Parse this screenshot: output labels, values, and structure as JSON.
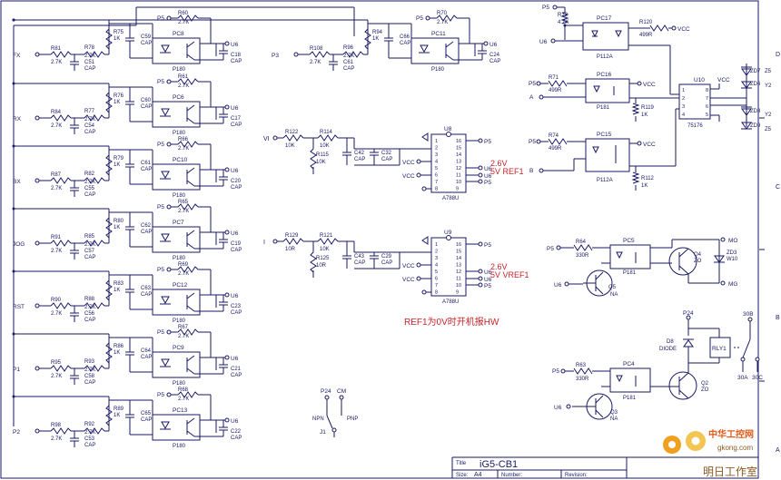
{
  "title_block": {
    "title_label": "Title",
    "title": "iG5-CB1",
    "size_label": "Size:",
    "size": "A4",
    "number_label": "Number:",
    "revision_label": "Revision:"
  },
  "border": {
    "right_marks": [
      "D",
      "C",
      "B",
      "A"
    ]
  },
  "notes": {
    "ref_note": "REF1为0V时开机报HW"
  },
  "watermark": {
    "site_name": "中华工控网",
    "site_url": "gkong.com",
    "studio": "明日工作室"
  },
  "opto_channels": [
    {
      "input": "FX",
      "rin": "R81",
      "rin_val": "2.7K",
      "rser": "R78",
      "rser_val": "2.7K",
      "cin": "C51",
      "cin_val": "CAP",
      "rpu": "R75",
      "rpu_val": "1K",
      "cf": "C59",
      "cf_val": "CAP",
      "rp": "R60",
      "rp_val": "2.7K",
      "opto": "PC8",
      "opto_type": "P180",
      "cout": "C18",
      "cout_val": "CAP",
      "rail": "P5",
      "ret": "U6"
    },
    {
      "input": "RX",
      "rin": "R84",
      "rin_val": "2.7K",
      "rser": "R77",
      "rser_val": "2.7K",
      "cin": "C54",
      "cin_val": "CAP",
      "rpu": "R76",
      "rpu_val": "1K",
      "cf": "C60",
      "cf_val": "CAP",
      "rp": "R61",
      "rp_val": "2.7K",
      "opto": "PC6",
      "opto_type": "P180",
      "cout": "C17",
      "cout_val": "CAP",
      "rail": "P5",
      "ret": "U6"
    },
    {
      "input": "BX",
      "rin": "R87",
      "rin_val": "2.7K",
      "rser": "R82",
      "rser_val": "2.7K",
      "cin": "C55",
      "cin_val": "CAP",
      "rpu": "R79",
      "rpu_val": "1K",
      "cf": "C61",
      "cf_val": "CAP",
      "rp": "R66",
      "rp_val": "2.7K",
      "opto": "PC10",
      "opto_type": "P180",
      "cout": "C20",
      "cout_val": "CAP",
      "rail": "P5",
      "ret": "U6"
    },
    {
      "input": "JOG",
      "rin": "R91",
      "rin_val": "2.7K",
      "rser": "R85",
      "rser_val": "2.7K",
      "cin": "C57",
      "cin_val": "CAP",
      "rpu": "R80",
      "rpu_val": "1K",
      "cf": "C62",
      "cf_val": "CAP",
      "rp": "R65",
      "rp_val": "2.7K",
      "opto": "PC7",
      "opto_type": "P180",
      "cout": "C19",
      "cout_val": "CAP",
      "rail": "P5",
      "ret": "U6"
    },
    {
      "input": "RST",
      "rin": "R90",
      "rin_val": "2.7K",
      "rser": "R88",
      "rser_val": "2.7K",
      "cin": "C56",
      "cin_val": "CAP",
      "rpu": "R83",
      "rpu_val": "1K",
      "cf": "C63",
      "cf_val": "CAP",
      "rp": "R69",
      "rp_val": "2.7K",
      "opto": "PC12",
      "opto_type": "P180",
      "cout": "C23",
      "cout_val": "CAP",
      "rail": "P5",
      "ret": "U6"
    },
    {
      "input": "P1",
      "rin": "R95",
      "rin_val": "2.7K",
      "rser": "R93",
      "rser_val": "2.7K",
      "cin": "C58",
      "cin_val": "CAP",
      "rpu": "R86",
      "rpu_val": "1K",
      "cf": "C64",
      "cf_val": "CAP",
      "rp": "R67",
      "rp_val": "2.7K",
      "opto": "PC9",
      "opto_type": "P180",
      "cout": "C21",
      "cout_val": "CAP",
      "rail": "P5",
      "ret": "U6"
    },
    {
      "input": "P2",
      "rin": "R98",
      "rin_val": "2.7K",
      "rser": "R92",
      "rser_val": "2.7K",
      "cin": "C53",
      "cin_val": "CAP",
      "rpu": "R89",
      "rpu_val": "1K",
      "cf": "C65",
      "cf_val": "CAP",
      "rp": "R68",
      "rp_val": "2.7K",
      "opto": "PC13",
      "opto_type": "P180",
      "cout": "C22",
      "cout_val": "CAP",
      "rail": "P5",
      "ret": "U6"
    }
  ],
  "p3_channel": {
    "input": "P3",
    "rin": "R108",
    "rin_val": "2.7K",
    "rser": "R96",
    "rser_val": "2.7K",
    "cin": "C61",
    "cin_val": "CAP",
    "rpu": "R94",
    "rpu_val": "1K",
    "cf": "C66",
    "cf_val": "CAP",
    "rp": "R70",
    "rp_val": "2.7K",
    "opto": "PC11",
    "opto_type": "P180",
    "cout": "C24",
    "cout_val": "CAP",
    "rail": "P5",
    "ret": "U6"
  },
  "analog": [
    {
      "input": "VI",
      "r1": "R122",
      "r1_val": "10K",
      "r2": "R114",
      "r2_val": "10K",
      "r3": "R115",
      "r3_val": "10K",
      "c1": "C42",
      "c1_val": "CAP",
      "c2": "C32",
      "c2_val": "CAP",
      "ic": "U8",
      "ic_type": "A788U",
      "pins_left": [
        "1",
        "2",
        "3",
        "4",
        "5",
        "6",
        "7",
        "8"
      ],
      "pins_right": [
        "16",
        "15",
        "14",
        "13",
        "12",
        "11",
        "10",
        "9"
      ],
      "rail_top": "P5",
      "rail_mid": "U6",
      "net_a": "VCC",
      "net_b": "VCC",
      "vref_value": "2.6V",
      "vref_note": "5V REF1"
    },
    {
      "input": "I",
      "r1": "R129",
      "r1_val": "10R",
      "r2": "R121",
      "r2_val": "10K",
      "r3": "R125",
      "r3_val": "10R",
      "c1": "C43",
      "c1_val": "CAP",
      "c2": "C29",
      "c2_val": "CAP",
      "ic": "U9",
      "ic_type": "A788U",
      "pins_left": [
        "1",
        "2",
        "3",
        "4",
        "5",
        "6",
        "7",
        "8"
      ],
      "pins_right": [
        "16",
        "15",
        "14",
        "13",
        "12",
        "11",
        "10",
        "9"
      ],
      "rail_top": "P5",
      "rail_mid": "U6",
      "net_a": "VCC",
      "net_b": "VCC",
      "vref_value": "2.6V",
      "vref_note": "5V VREF1"
    }
  ],
  "jumper": {
    "name": "J1",
    "net_left": "P24",
    "net_right": "CM",
    "opt_left": "NPN",
    "opt_right": "PNP"
  },
  "rs485": {
    "pc17": "PC17",
    "pc17_type": "P112A",
    "r72": "R72",
    "r72_val": "4.7K",
    "r120": "R120",
    "r120_val": "499R",
    "vcc": "VCC",
    "p5": "P5",
    "u6": "U6",
    "pc16": "PC16",
    "pc16_type": "P181",
    "r71": "R71",
    "r71_val": "499R",
    "r119": "R119",
    "r119_val": "1K",
    "net_a": "A",
    "pc15": "PC15",
    "pc15_type": "P112A",
    "r74": "R74",
    "r74_val": "499R",
    "r112": "R112",
    "r112_val": "1K",
    "net_b": "B",
    "u10": "U10",
    "u10_type": "75176",
    "u10_pins": [
      "1",
      "2",
      "3",
      "4",
      "5",
      "6",
      "7",
      "8"
    ],
    "zd7": "ZD7",
    "zd6": "ZD6",
    "zd8": "ZD8",
    "zd9": "ZD9",
    "zmark": "Z5",
    "ymark": "Y2"
  },
  "mo_driver": {
    "r": "R64",
    "r_val": "330R",
    "opto": "PC5",
    "opto_type": "P181",
    "q_in": "Q5",
    "q_in_type": "NA",
    "q_out": "Q4",
    "q_out_type": "ZO",
    "zd": "ZD3",
    "zd_type": "W10",
    "out1": "MO",
    "out2": "MG",
    "p5": "P5",
    "u6": "U6"
  },
  "relay_driver": {
    "r": "R63",
    "r_val": "330R",
    "opto": "PC4",
    "opto_type": "P181",
    "q_in": "Q3",
    "q_in_type": "NA",
    "q_out": "Q2",
    "q_out_type": "ZO",
    "diode": "D8",
    "diode_type": "DIODE",
    "relay": "RLY1",
    "p24": "P24",
    "c30b": "30B",
    "c30a": "30A",
    "c30c": "30C",
    "p5": "P5",
    "u6": "U6"
  }
}
